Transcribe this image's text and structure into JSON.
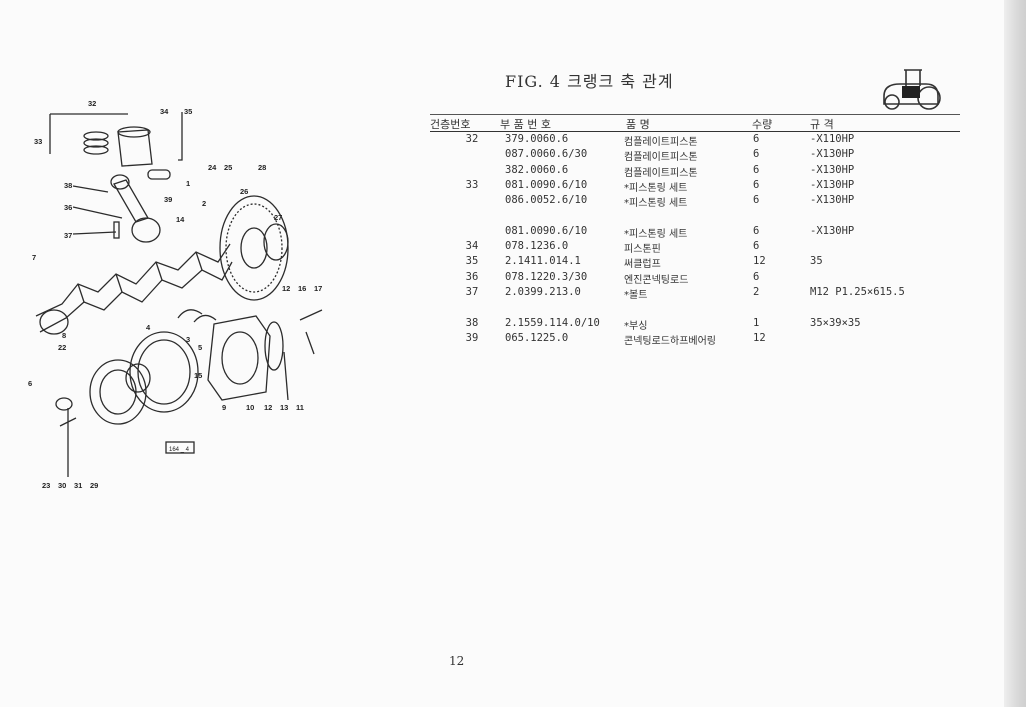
{
  "figure": {
    "title": "FIG. 4 크랭크 축 관계",
    "code": "164 _ 4",
    "page_number": "12",
    "callouts": [
      "32",
      "34",
      "35",
      "33",
      "38",
      "36",
      "37",
      "24",
      "25",
      "28",
      "1",
      "2",
      "26",
      "39",
      "14",
      "27",
      "7",
      "12",
      "16",
      "17",
      "8",
      "4",
      "22",
      "3",
      "5",
      "15",
      "6",
      "9",
      "10",
      "12",
      "13",
      "11",
      "23",
      "30",
      "31",
      "29"
    ]
  },
  "table": {
    "headers": {
      "ref": "건층번호",
      "part_no": "부 품 번 호",
      "name": "품 명",
      "qty": "수량",
      "spec": "규 격"
    },
    "rows": [
      {
        "ref": "32",
        "part": "379.0060.6",
        "name": "컴플레이트피스톤",
        "qty": "6",
        "spec": "-X110HP"
      },
      {
        "ref": "",
        "part": "087.0060.6/30",
        "name": "컴플레이트피스톤",
        "qty": "6",
        "spec": "-X130HP"
      },
      {
        "ref": "",
        "part": "382.0060.6",
        "name": "컴플레이트피스톤",
        "qty": "6",
        "spec": "-X130HP"
      },
      {
        "ref": "33",
        "part": "081.0090.6/10",
        "name": "*피스톤링 세트",
        "qty": "6",
        "spec": "-X130HP"
      },
      {
        "ref": "",
        "part": "086.0052.6/10",
        "name": "*피스톤링 세트",
        "qty": "6",
        "spec": "-X130HP"
      },
      {
        "ref": "",
        "part": "",
        "name": "",
        "qty": "",
        "spec": ""
      },
      {
        "ref": "",
        "part": "081.0090.6/10",
        "name": "*피스톤링 세트",
        "qty": "6",
        "spec": "-X130HP"
      },
      {
        "ref": "34",
        "part": "078.1236.0",
        "name": "피스톤핀",
        "qty": "6",
        "spec": ""
      },
      {
        "ref": "35",
        "part": "2.1411.014.1",
        "name": "써클럽프",
        "qty": "12",
        "spec": "35"
      },
      {
        "ref": "36",
        "part": "078.1220.3/30",
        "name": "엔진콘넥팅로드",
        "qty": "6",
        "spec": ""
      },
      {
        "ref": "37",
        "part": "2.0399.213.0",
        "name": "*볼트",
        "qty": "2",
        "spec": "M12 P1.25×615.5"
      },
      {
        "ref": "",
        "part": "",
        "name": "",
        "qty": "",
        "spec": ""
      },
      {
        "ref": "38",
        "part": "2.1559.114.0/10",
        "name": "*부싱",
        "qty": "1",
        "spec": "35×39×35"
      },
      {
        "ref": "39",
        "part": "065.1225.0",
        "name": "콘넥팅로드하프베어링",
        "qty": "12",
        "spec": ""
      }
    ]
  }
}
